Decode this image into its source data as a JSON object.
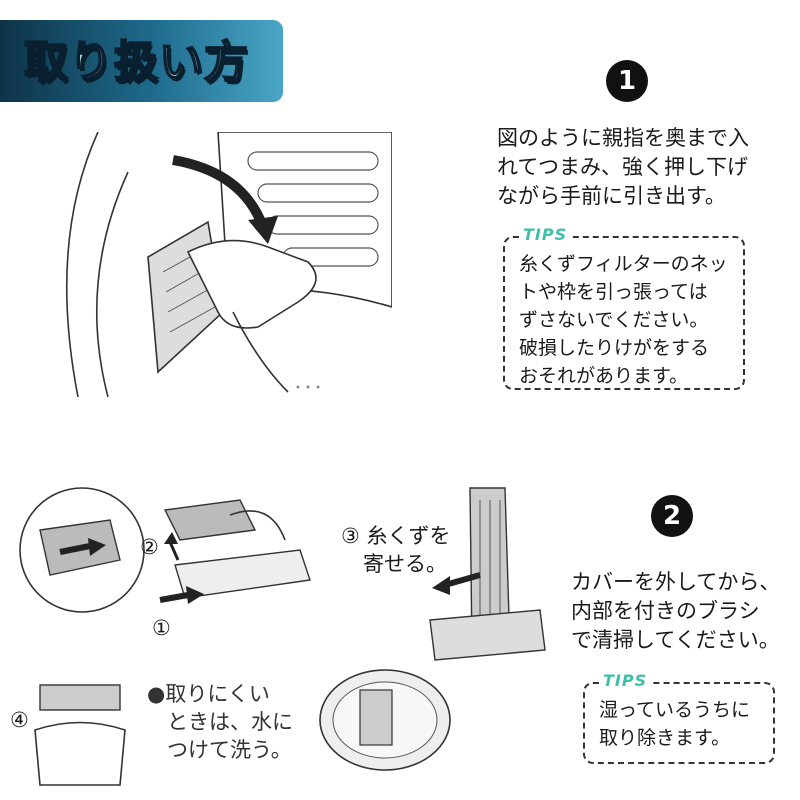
{
  "banner": {
    "title": "取り扱い方"
  },
  "step1": {
    "number": "1",
    "lines": [
      "図のように親指を奥まで入",
      "れてつまみ、強く押し下げ",
      "ながら手前に引き出す。"
    ],
    "tips": {
      "label": "TIPS",
      "lines": [
        "糸くずフィルターのネッ",
        "トや枠を引っ張っては",
        "ずさないでください。",
        "破損したりけがをする",
        "おそれがあります。"
      ]
    }
  },
  "step2": {
    "number": "2",
    "lines": [
      "カバーを外してから、",
      "内部を付きのブラシ",
      "で清掃してください。"
    ],
    "tips": {
      "label": "TIPS",
      "lines": [
        "湿っているうちに",
        "取り除きます。"
      ]
    }
  },
  "illustration": {
    "sub1": "①",
    "sub2": "②",
    "sub3_lines": [
      "③ 糸くずを",
      "寄せる。"
    ],
    "sub4": "④",
    "note_lines": [
      "●取りにくい",
      "ときは、水に",
      "つけて洗う。"
    ]
  }
}
